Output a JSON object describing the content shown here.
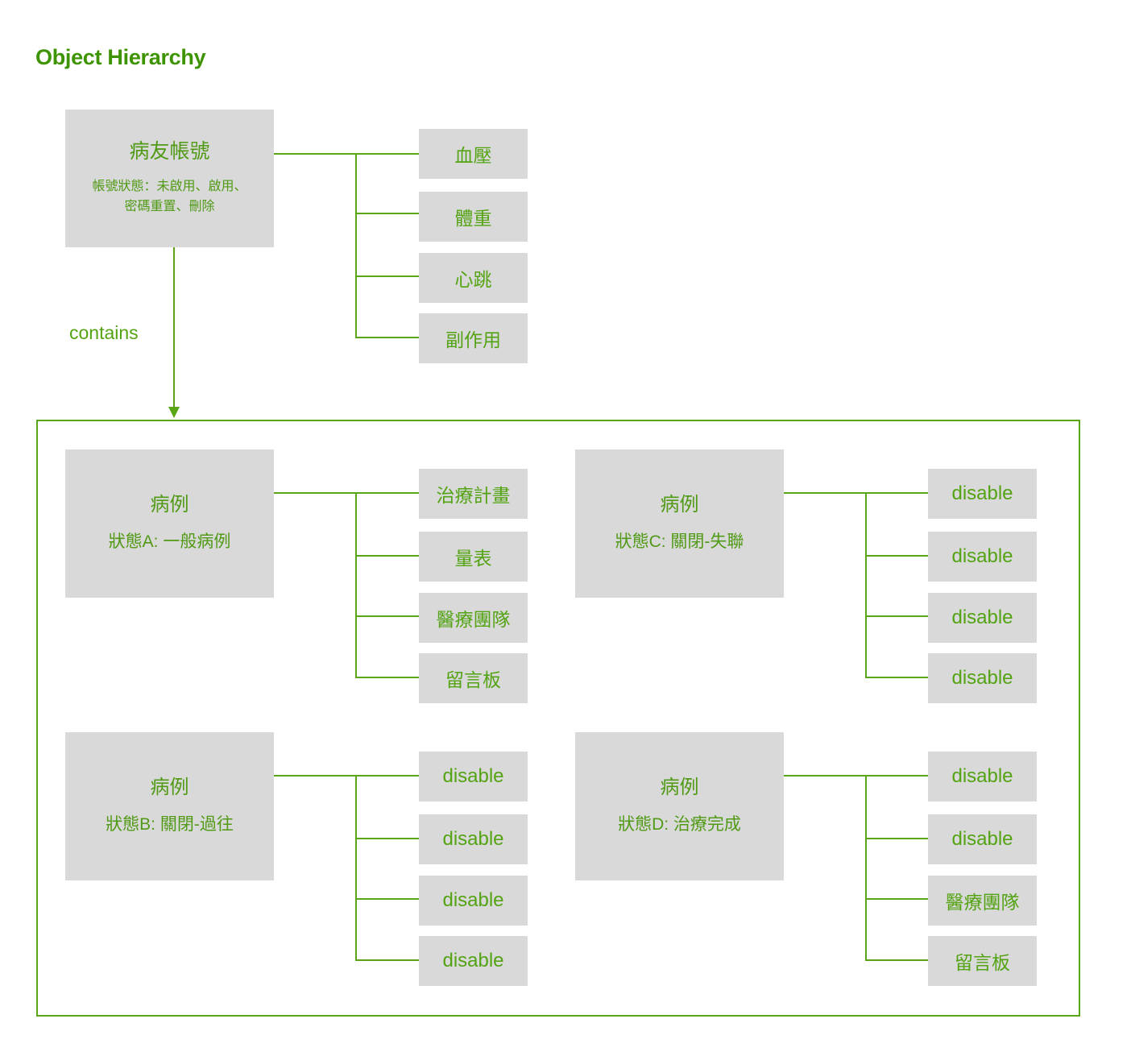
{
  "page": {
    "title": "Object Hierarchy",
    "contains_label": "contains",
    "accent_color": "#5aa515",
    "text_color": "#53a313",
    "box_fill": "#d9d9d9",
    "title_color": "#3d9400",
    "background": "#ffffff"
  },
  "root": {
    "title": "病友帳號",
    "subtitle_line1": "帳號狀態：未啟用、啟用、",
    "subtitle_line2": "密碼重置、刪除",
    "children": [
      {
        "label": "血壓"
      },
      {
        "label": "體重"
      },
      {
        "label": "心跳"
      },
      {
        "label": "副作用"
      }
    ]
  },
  "cases": [
    {
      "title": "病例",
      "state": "狀態A: 一般病例",
      "children": [
        {
          "label": "治療計畫"
        },
        {
          "label": "量表"
        },
        {
          "label": "醫療團隊"
        },
        {
          "label": "留言板"
        }
      ]
    },
    {
      "title": "病例",
      "state": "狀態C: 關閉-失聯",
      "children": [
        {
          "label": "disable"
        },
        {
          "label": "disable"
        },
        {
          "label": "disable"
        },
        {
          "label": "disable"
        }
      ]
    },
    {
      "title": "病例",
      "state": "狀態B: 關閉-過往",
      "children": [
        {
          "label": "disable"
        },
        {
          "label": "disable"
        },
        {
          "label": "disable"
        },
        {
          "label": "disable"
        }
      ]
    },
    {
      "title": "病例",
      "state": "狀態D: 治療完成",
      "children": [
        {
          "label": "disable"
        },
        {
          "label": "disable"
        },
        {
          "label": "醫療團隊"
        },
        {
          "label": "留言板"
        }
      ]
    }
  ]
}
